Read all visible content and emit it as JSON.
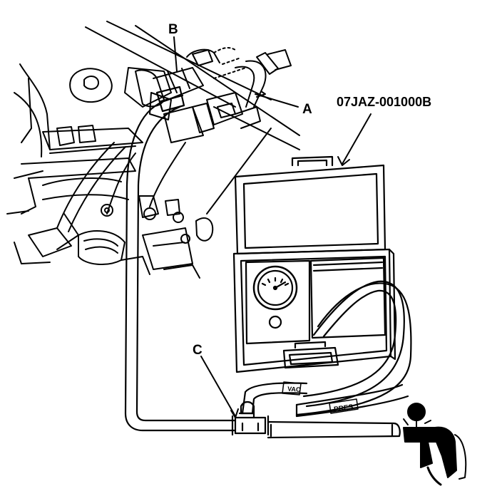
{
  "callouts": {
    "a": "A",
    "b": "B",
    "c": "C",
    "tool_number": "07JAZ-001000B"
  },
  "hose_labels": {
    "vac": "VAC",
    "pres": "PRES"
  },
  "colors": {
    "ink": "#000000",
    "paper": "#ffffff"
  }
}
